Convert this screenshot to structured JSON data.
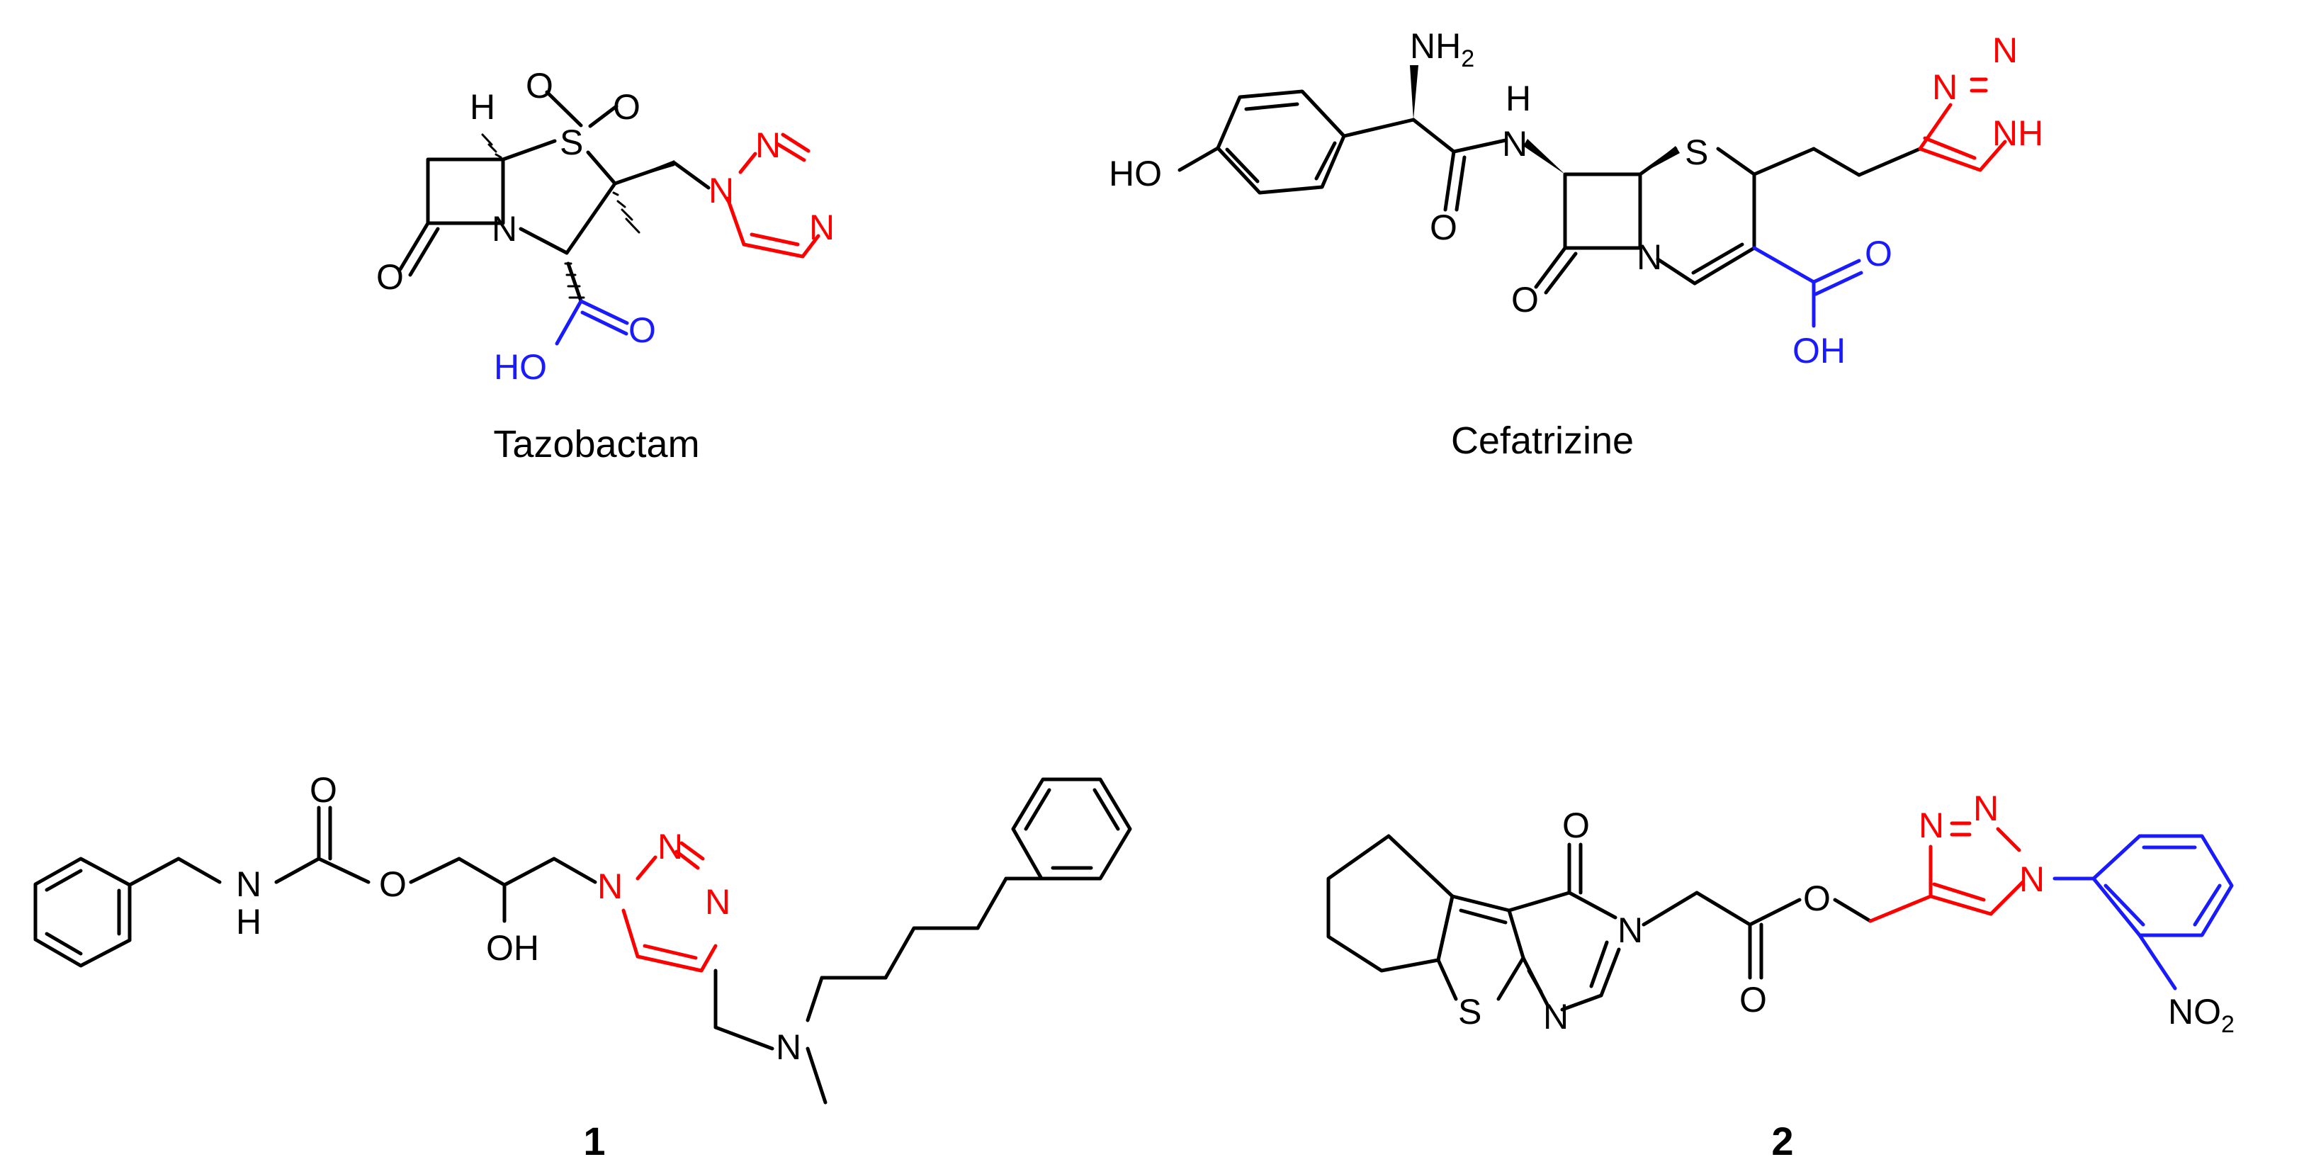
{
  "colors": {
    "ink": "#000000",
    "triazole": "#ff0000",
    "acid": "#1a1aff",
    "background": "#ffffff"
  },
  "compounds": {
    "tazobactam": {
      "caption": "Tazobactam",
      "atoms": {
        "h": "H",
        "s": "S",
        "o1": "O",
        "o2": "O",
        "n": "N",
        "o_keto": "O",
        "n1": "N",
        "n2": "N",
        "n3": "N",
        "oh": "HO",
        "o_acid": "O"
      }
    },
    "cefatrizine": {
      "caption": "Cefatrizine",
      "atoms": {
        "nh2": "NH",
        "nh2_sub": "2",
        "nh": "H",
        "n_amide": "N",
        "o_amide": "O",
        "ho": "HO",
        "s": "S",
        "n": "N",
        "o_keto": "O",
        "t_n1": "N",
        "t_n2": "N",
        "t_nh": "NH",
        "o_acid": "O",
        "oh": "OH"
      }
    },
    "compound_1": {
      "caption": "1",
      "atoms": {
        "o_carbonyl": "O",
        "n": "N",
        "h": "H",
        "o_ester": "O",
        "oh": "OH",
        "n1": "N",
        "n2": "N",
        "n3": "N",
        "n_amine": "N"
      }
    },
    "compound_2": {
      "caption": "2",
      "atoms": {
        "o_keto": "O",
        "n3": "N",
        "n1": "N",
        "s": "S",
        "o_ester": "O",
        "o_carbonyl": "O",
        "t_n1": "N",
        "t_n2": "N",
        "t_n3": "N",
        "no2": "NO",
        "no2_sub": "2"
      }
    }
  }
}
